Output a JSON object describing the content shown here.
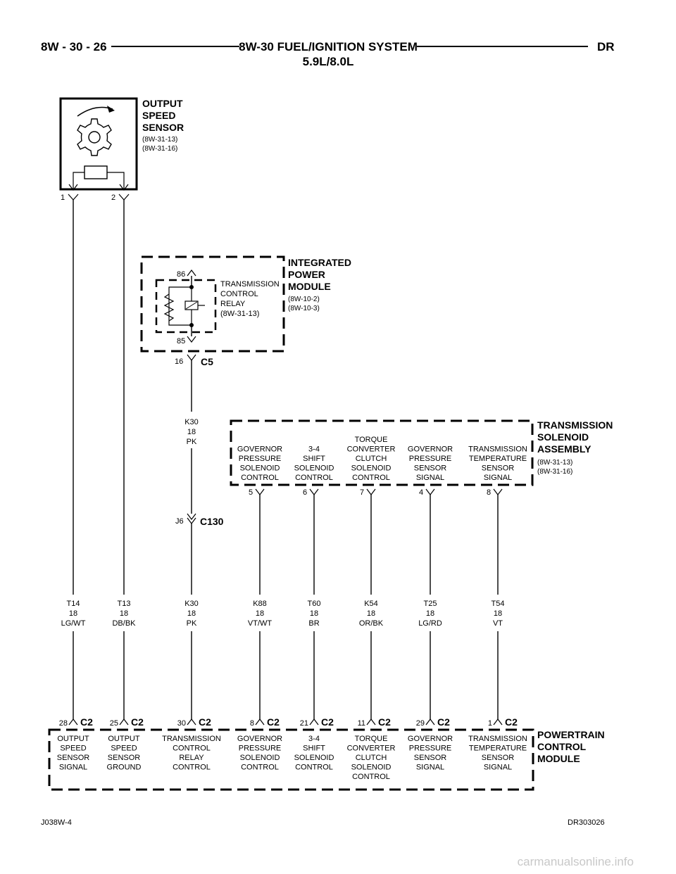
{
  "header": {
    "page_number": "8W - 30 - 26",
    "title": "8W-30 FUEL/IGNITION SYSTEM",
    "subtitle": "5.9L/8.0L",
    "model_code": "DR"
  },
  "output_speed_sensor": {
    "name": [
      "OUTPUT",
      "SPEED",
      "SENSOR"
    ],
    "refs": [
      "(8W-31-13)",
      "(8W-31-16)"
    ],
    "pins": [
      "1",
      "2"
    ]
  },
  "integrated_power_module": {
    "name": [
      "INTEGRATED",
      "POWER",
      "MODULE"
    ],
    "refs": [
      "(8W-10-2)",
      "(8W-10-3)"
    ],
    "relay_name": [
      "TRANSMISSION",
      "CONTROL",
      "RELAY",
      "(8W-31-13)"
    ],
    "relay_pins": [
      "86",
      "85"
    ],
    "connector_pin": "16",
    "connector": "C5"
  },
  "inline_connector": {
    "pin": "J6",
    "name": "C130"
  },
  "transmission_solenoid_assembly": {
    "name": [
      "TRANSMISSION",
      "SOLENOID",
      "ASSEMBLY"
    ],
    "refs": [
      "(8W-31-13)",
      "(8W-31-16)"
    ],
    "functions": [
      {
        "lines": [
          "GOVERNOR",
          "PRESSURE",
          "SOLENOID",
          "CONTROL"
        ],
        "pin": "5"
      },
      {
        "lines": [
          "3-4",
          "SHIFT",
          "SOLENOID",
          "CONTROL"
        ],
        "pin": "6"
      },
      {
        "lines": [
          "TORQUE",
          "CONVERTER",
          "CLUTCH",
          "SOLENOID",
          "CONTROL"
        ],
        "pin": "7"
      },
      {
        "lines": [
          "GOVERNOR",
          "PRESSURE",
          "SENSOR",
          "SIGNAL"
        ],
        "pin": "4"
      },
      {
        "lines": [
          "TRANSMISSION",
          "TEMPERATURE",
          "SENSOR",
          "SIGNAL"
        ],
        "pin": "8"
      }
    ]
  },
  "wire_upper": {
    "circuit": "K30",
    "gauge": "18",
    "color": "PK"
  },
  "wires": [
    {
      "circuit": "T14",
      "gauge": "18",
      "color": "LG/WT"
    },
    {
      "circuit": "T13",
      "gauge": "18",
      "color": "DB/BK"
    },
    {
      "circuit": "K30",
      "gauge": "18",
      "color": "PK"
    },
    {
      "circuit": "K88",
      "gauge": "18",
      "color": "VT/WT"
    },
    {
      "circuit": "T60",
      "gauge": "18",
      "color": "BR"
    },
    {
      "circuit": "K54",
      "gauge": "18",
      "color": "OR/BK"
    },
    {
      "circuit": "T25",
      "gauge": "18",
      "color": "LG/RD"
    },
    {
      "circuit": "T54",
      "gauge": "18",
      "color": "VT"
    }
  ],
  "powertrain_control_module": {
    "name": [
      "POWERTRAIN",
      "CONTROL",
      "MODULE"
    ],
    "pins": [
      {
        "pin": "28",
        "connector": "C2",
        "lines": [
          "OUTPUT",
          "SPEED",
          "SENSOR",
          "SIGNAL"
        ]
      },
      {
        "pin": "25",
        "connector": "C2",
        "lines": [
          "OUTPUT",
          "SPEED",
          "SENSOR",
          "GROUND"
        ]
      },
      {
        "pin": "30",
        "connector": "C2",
        "lines": [
          "TRANSMISSION",
          "CONTROL",
          "RELAY",
          "CONTROL"
        ]
      },
      {
        "pin": "8",
        "connector": "C2",
        "lines": [
          "GOVERNOR",
          "PRESSURE",
          "SOLENOID",
          "CONTROL"
        ]
      },
      {
        "pin": "21",
        "connector": "C2",
        "lines": [
          "3-4",
          "SHIFT",
          "SOLENOID",
          "CONTROL"
        ]
      },
      {
        "pin": "11",
        "connector": "C2",
        "lines": [
          "TORQUE",
          "CONVERTER",
          "CLUTCH",
          "SOLENOID",
          "CONTROL"
        ]
      },
      {
        "pin": "29",
        "connector": "C2",
        "lines": [
          "GOVERNOR",
          "PRESSURE",
          "SENSOR",
          "SIGNAL"
        ]
      },
      {
        "pin": "1",
        "connector": "C2",
        "lines": [
          "TRANSMISSION",
          "TEMPERATURE",
          "SENSOR",
          "SIGNAL"
        ]
      }
    ]
  },
  "footer": {
    "left_code": "J038W-4",
    "right_code": "DR303026"
  },
  "watermark": "carmanualsonline.info"
}
